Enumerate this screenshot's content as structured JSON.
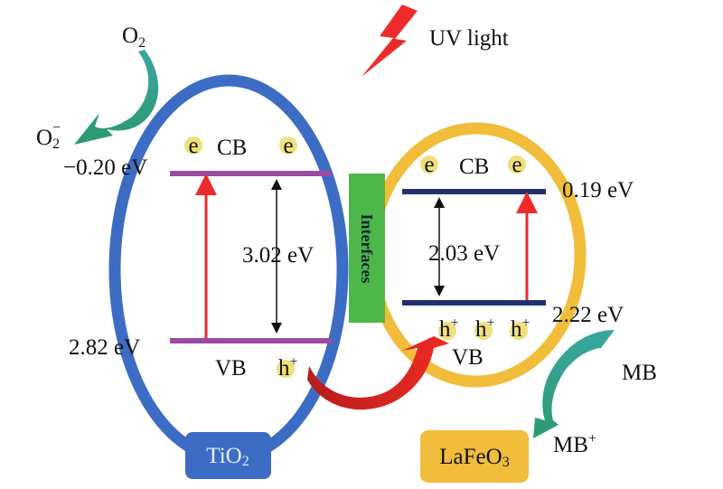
{
  "light": {
    "label": "UV light"
  },
  "oxygen": {
    "reactant": "O",
    "reactant_sub": "2",
    "product": "O",
    "product_sub": "2",
    "product_sup": "−"
  },
  "dye": {
    "reactant": "MB",
    "product": "MB",
    "product_sup": "+"
  },
  "tio2": {
    "name": "TiO",
    "name_sub": "2",
    "cb_label": "CB",
    "vb_label": "VB",
    "cb_energy": "−0.20 eV",
    "vb_energy": "2.82 eV",
    "band_gap": "3.02 eV",
    "electron": "e",
    "hole": "h",
    "hole_sup": "+"
  },
  "interface": {
    "label": "Interfaces"
  },
  "lafeo3": {
    "name": "LaFeO",
    "name_sub": "3",
    "cb_label": "CB",
    "vb_label": "VB",
    "cb_energy": "0.19 eV",
    "vb_energy": "2.22 eV",
    "band_gap": "2.03 eV",
    "electron": "e",
    "hole": "h",
    "hole_sup": "+"
  },
  "colors": {
    "tio2": "#3c6cc4",
    "lafeo3": "#f1bd3a",
    "interface": "#4db74a",
    "tio2_band": "#9a4b9f",
    "lafeo3_band": "#24306e",
    "excitation": "#ee2a2a",
    "transfer_arrow": "#d92525",
    "reaction_arrow": "#2a9d97",
    "charge_dot": "#efe07a"
  }
}
